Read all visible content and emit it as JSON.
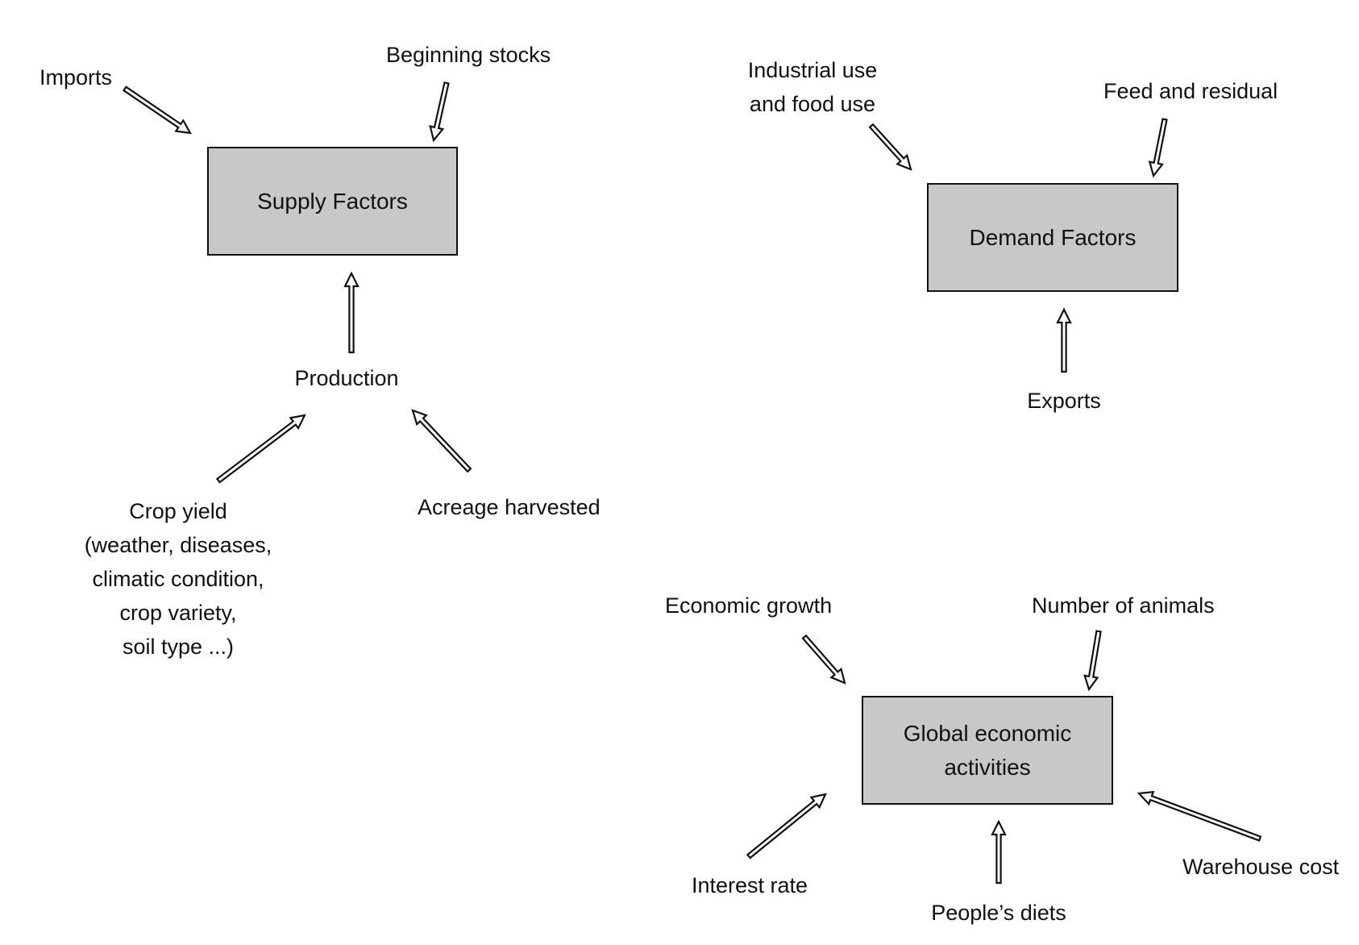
{
  "supply": {
    "box": "Supply Factors",
    "imports": "Imports",
    "beginning_stocks": "Beginning stocks",
    "production": "Production",
    "crop_yield": "Crop yield\n(weather, diseases,\nclimatic condition,\ncrop variety,\n soil type ...)",
    "acreage_harvested": "Acreage harvested"
  },
  "demand": {
    "box": "Demand Factors",
    "industrial_food_use": "Industrial use\n and food use",
    "feed_residual": "Feed and residual",
    "exports": "Exports"
  },
  "global": {
    "box": "Global economic\nactivities",
    "economic_growth": "Economic growth",
    "number_of_animals": "Number of animals",
    "interest_rate": "Interest rate",
    "peoples_diets": "People’s diets",
    "warehouse_cost": "Warehouse cost"
  }
}
